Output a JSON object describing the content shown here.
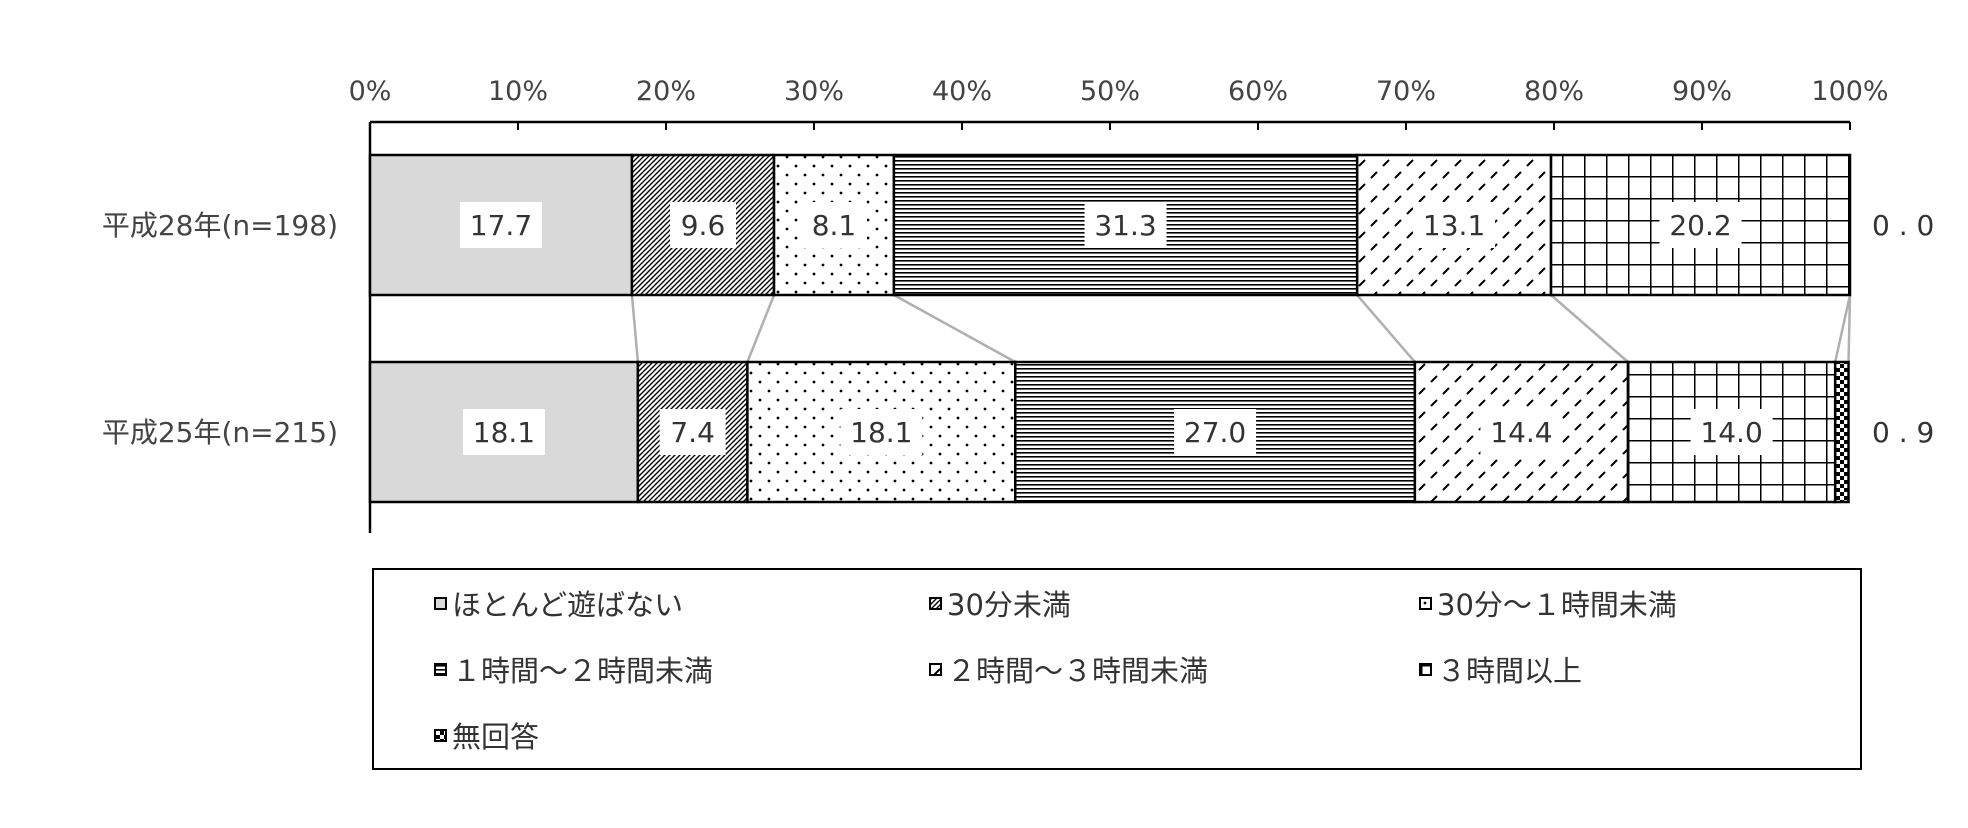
{
  "chart_data": {
    "type": "bar",
    "orientation": "horizontal",
    "stacked": "percent",
    "categories": [
      "平成28年(n=198)",
      "平成25年(n=215)"
    ],
    "series": [
      {
        "name": "ほとんど遊ばない",
        "values": [
          17.7,
          18.1
        ],
        "labels": [
          "17.7",
          "18.1"
        ],
        "fill": "#d9d9d9",
        "pattern": "solid"
      },
      {
        "name": "30分未満",
        "values": [
          9.6,
          7.4
        ],
        "labels": [
          "9.6",
          "7.4"
        ],
        "fill": "#ffffff",
        "pattern": "diag-dense"
      },
      {
        "name": "30分～１時間未満",
        "values": [
          8.1,
          18.1
        ],
        "labels": [
          "8.1",
          "18.1"
        ],
        "fill": "#ffffff",
        "pattern": "dots"
      },
      {
        "name": "１時間～２時間未満",
        "values": [
          31.3,
          27.0
        ],
        "labels": [
          "31.3",
          "27.0"
        ],
        "fill": "#ffffff",
        "pattern": "hlines"
      },
      {
        "name": "２時間～３時間未満",
        "values": [
          13.1,
          14.4
        ],
        "labels": [
          "13.1",
          "14.4"
        ],
        "fill": "#ffffff",
        "pattern": "dashes"
      },
      {
        "name": "３時間以上",
        "values": [
          20.2,
          14.0
        ],
        "labels": [
          "20.2",
          "14.0"
        ],
        "fill": "#ffffff",
        "pattern": "grid"
      },
      {
        "name": "無回答",
        "values": [
          0.0,
          0.9
        ],
        "labels": [
          "0.0",
          "0.9"
        ],
        "fill": "#000000",
        "pattern": "checker"
      }
    ],
    "x_ticks": [
      "0%",
      "10%",
      "20%",
      "30%",
      "40%",
      "50%",
      "60%",
      "70%",
      "80%",
      "90%",
      "100%"
    ],
    "xlim": [
      0,
      100
    ],
    "axis_position": "top",
    "grid": false,
    "legend_position": "bottom",
    "connector_lines": true,
    "title": "",
    "xlabel": "",
    "ylabel": ""
  }
}
